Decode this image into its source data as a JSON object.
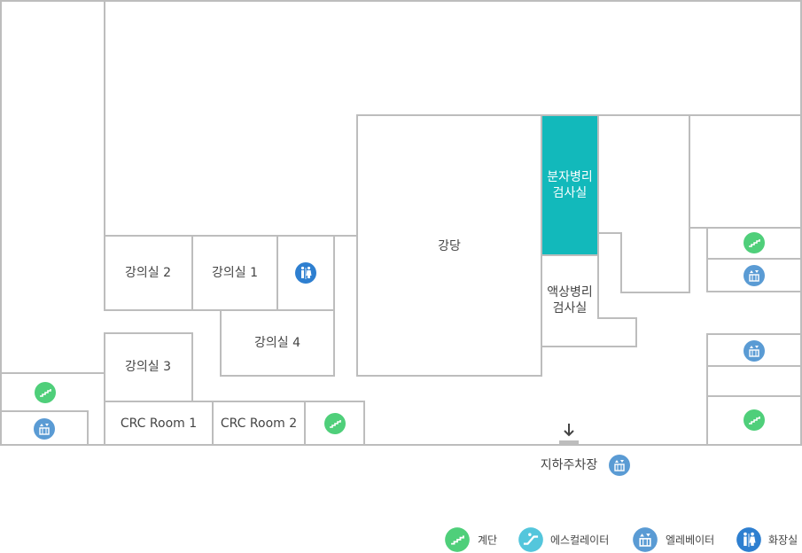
{
  "colors": {
    "wall": "#bdbdbd",
    "highlight": "#12b9bb",
    "stairs": "#4fcf7a",
    "escalator": "#54c6dc",
    "elevator": "#5a9bd4",
    "restroom": "#2e7fd0",
    "text": "#444444"
  },
  "rooms": {
    "lecture2": "강의실 2",
    "lecture1": "강의실 1",
    "lecture4": "강의실 4",
    "lecture3": "강의실 3",
    "crc1": "CRC Room 1",
    "crc2": "CRC Room 2",
    "auditorium": "강당",
    "molecular_pathology": "분자병리\n검사실",
    "liquid_pathology": "액상병리\n검사실"
  },
  "parking": {
    "label": "지하주차장"
  },
  "legend": {
    "stairs": "계단",
    "escalator": "에스컬레이터",
    "elevator": "엘레베이터",
    "restroom": "화장실"
  },
  "icons": {
    "stairs": "stairs-icon",
    "escalator": "escalator-icon",
    "elevator": "elevator-icon",
    "restroom": "restroom-icon",
    "parking_arrow": "arrow-down-icon"
  }
}
